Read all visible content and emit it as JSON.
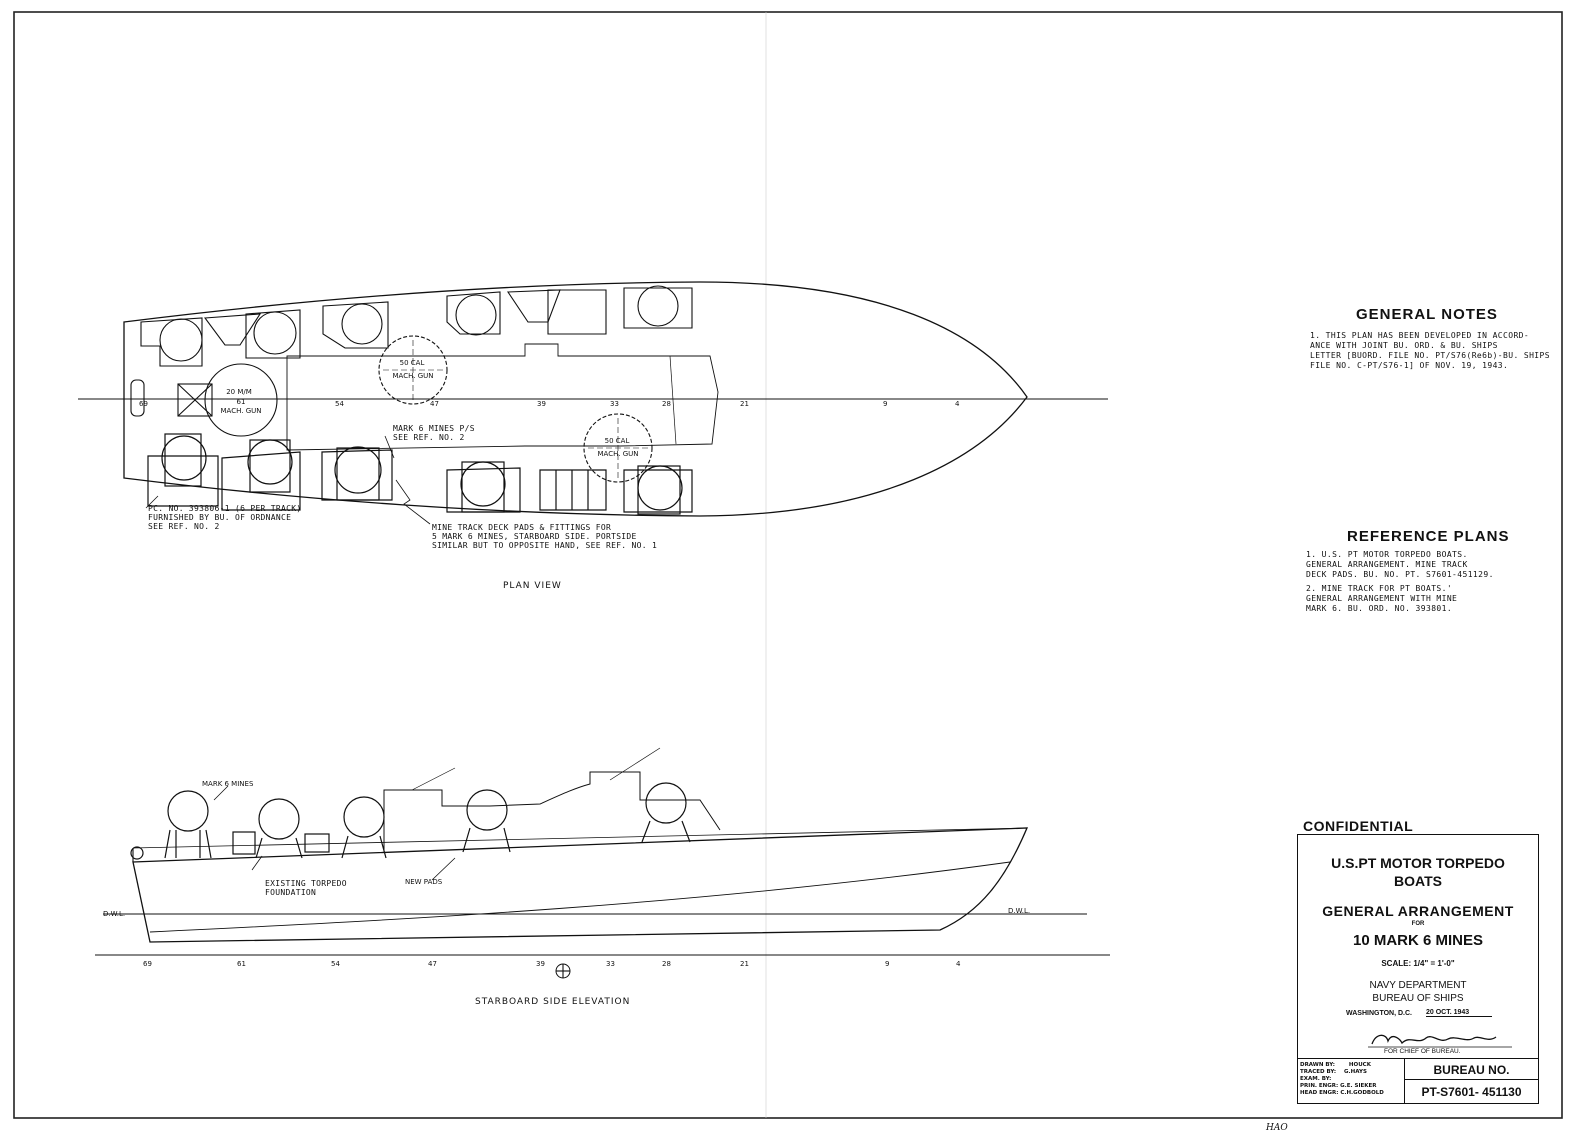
{
  "general_notes": {
    "title": "GENERAL NOTES",
    "note_1": "1.  THIS PLAN HAS BEEN DEVELOPED IN ACCORD-\nANCE WITH JOINT BU. ORD. & BU. SHIPS\nLETTER [BUORD. FILE NO. PT/S76(Re6b)-BU. SHIPS\nFILE NO. C-PT/S76-1] OF NOV. 19, 1943."
  },
  "reference_plans": {
    "title": "REFERENCE PLANS",
    "ref_1": "1. U.S. PT MOTOR TORPEDO BOATS.\nGENERAL ARRANGEMENT. MINE TRACK\nDECK PADS. BU. NO. PT. S7601-451129.",
    "ref_2": "2. MINE TRACK FOR PT BOATS.'\nGENERAL ARRANGEMENT WITH MINE\nMARK 6. BU. ORD. NO. 393801."
  },
  "plan_view": {
    "title": "PLAN VIEW",
    "frame_stations": [
      "69",
      "61",
      "54",
      "47",
      "39",
      "33",
      "28",
      "21",
      "9",
      "4"
    ],
    "gun_20mm": "20 M/M",
    "gun_20mm_station": "61",
    "gun_20mm_type": "MACH. GUN",
    "gun_50cal_1": "50 CAL",
    "gun_50cal_1_type": "MACH. GUN",
    "gun_50cal_2": "50 CAL",
    "gun_50cal_2_type": "MACH. GUN",
    "label_mines": "MARK 6 MINES P/S\nSEE REF. NO. 2",
    "label_pc": "PC. NO. 393806-1 (6 PER TRACK)\nFURNISHED BY BU. OF ORDNANCE\nSEE REF. NO. 2",
    "label_track": "MINE TRACK DECK PADS & FITTINGS FOR\n5 MARK 6 MINES, STARBOARD SIDE. PORTSIDE\nSIMILAR BUT TO OPPOSITE HAND, SEE REF. NO. 1"
  },
  "elevation": {
    "title": "STARBOARD SIDE ELEVATION",
    "label_mines": "MARK 6 MINES",
    "label_torpedo": "EXISTING TORPEDO\nFOUNDATION",
    "label_pads": "NEW PADS",
    "dwl_left": "D.W.L.",
    "dwl_right": "D.W.L.",
    "frame_stations": [
      "69",
      "61",
      "54",
      "47",
      "39",
      "33",
      "28",
      "21",
      "9",
      "4"
    ]
  },
  "title_block": {
    "classification": "CONFIDENTIAL",
    "line_1": "U.S.PT MOTOR TORPEDO",
    "line_2": "BOATS",
    "line_3": "GENERAL  ARRANGEMENT",
    "line_for": "FOR",
    "line_4": "10  MARK  6  MINES",
    "scale": "SCALE: 1/4\" = 1'-0\"",
    "dept": "NAVY DEPARTMENT",
    "bureau": "BUREAU OF SHIPS",
    "place": "WASHINGTON, D.C.",
    "date": "20 OCT. 1943",
    "for_chief": "FOR CHIEF OF BUREAU.",
    "drawn_by_label": "DRAWN BY:",
    "drawn_by": "HOUCK",
    "traced_by_label": "TRACED BY:",
    "traced_by": "G.HAYS",
    "exam_by_label": "EXAM. BY:",
    "prin_engr_label": "PRIN. ENGR:",
    "prin_engr": "G.E. SIEKER",
    "head_engr_label": "HEAD ENGR:",
    "head_engr": "C.H.GODBOLD",
    "bureau_no_label": "BUREAU NO.",
    "bureau_no": "PT-S7601- 451130"
  },
  "margin_mark": "HAO"
}
